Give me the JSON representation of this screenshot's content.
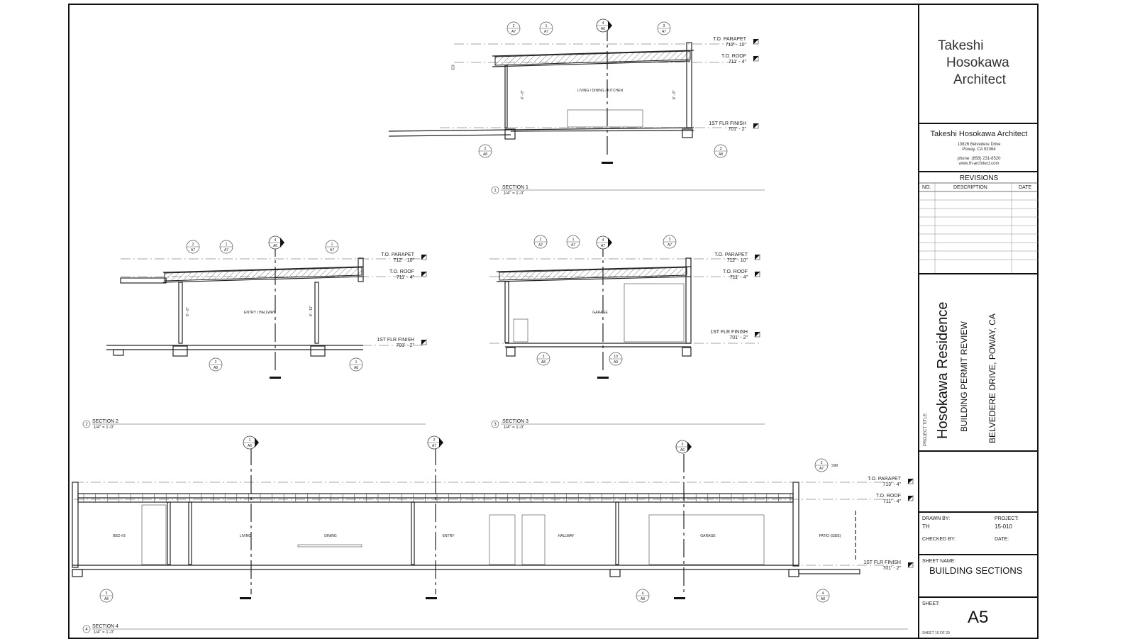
{
  "title_block": {
    "logo_line1": "Takeshi",
    "logo_line2": "Hosokawa",
    "logo_line3": "Architect",
    "firm_name": "Takeshi Hosokawa Architect",
    "address1": "13826 Belvedere Drive",
    "address2": "Poway, CA 92064",
    "phone": "phone: (858) 231-8520",
    "web": "www.th-architect.com",
    "revisions_title": "REVISIONS",
    "rev_col_no": "NO.",
    "rev_col_desc": "DESCRIPTION",
    "rev_col_date": "DATE",
    "project_title_label": "PROJECT TITLE:",
    "project_name": "Hosokawa Residence",
    "project_phase": "BUILDING PERMIT REVIEW",
    "project_address": "BELVEDERE DRIVE, POWAY, CA",
    "drawn_by_label": "DRAWN BY:",
    "drawn_by": "TH",
    "project_label": "PROJECT:",
    "project_number": "15-010",
    "checked_by_label": "CHECKED BY:",
    "date_label": "DATE:",
    "sheet_name_label": "SHEET NAME:",
    "sheet_name": "BUILDING SECTIONS",
    "sheet_label": "SHEET:",
    "sheet_number": "A5",
    "sheet_count": "SHEET 10 OF 20"
  },
  "levels": {
    "parapet": "T.O. PARAPET",
    "roof": "T.O. ROOF",
    "floor": "1ST FLR FINISH",
    "parapet_elev_a": "712' - 10\"",
    "parapet_elev_b": "713' - 4\"",
    "roof_elev": "711' - 4\"",
    "floor_elev": "701' - 2\""
  },
  "sections": {
    "s1_num": "1",
    "s1_title": "SECTION 1",
    "s2_num": "2",
    "s2_title": "SECTION 2",
    "s3_num": "3",
    "s3_title": "SECTION 3",
    "s4_num": "4",
    "s4_title": "SECTION 4",
    "scale": "1/4\" = 1'-0\""
  },
  "rooms": {
    "living_dining_kitchen": "LIVING / DINING / KITCHEN",
    "entry_hallway": "ENTRY / HALLWAY",
    "garage": "GARAGE",
    "bed": "BED #3",
    "living": "LIVING",
    "dining": "DINING",
    "entry": "ENTRY",
    "hallway": "HALLWAY",
    "patio": "PATIO (SIDE)"
  },
  "dims": {
    "h1": "8' - 8\"",
    "h2": "8' - 11\"",
    "sim": "SIM"
  },
  "bubbles": {
    "n1": "1",
    "n2": "2",
    "n3": "3",
    "n4": "4",
    "n10": "10",
    "a7": "A7",
    "a8": "A8",
    "a9": "A9",
    "a6": "A6"
  }
}
